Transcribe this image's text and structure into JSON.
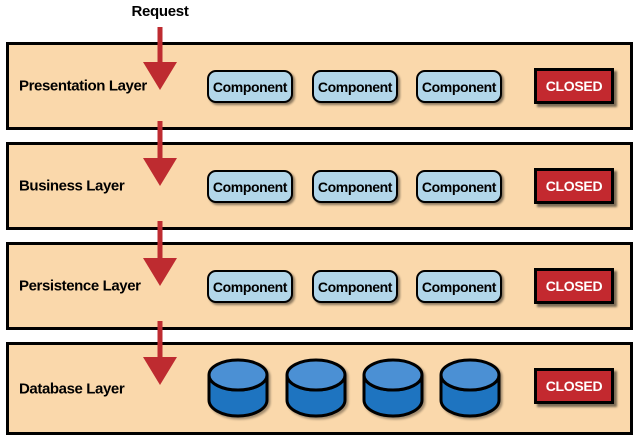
{
  "request_label": "Request",
  "layers": [
    {
      "label": "Presentation Layer",
      "components": [
        "Component",
        "Component",
        "Component"
      ],
      "closed_label": "CLOSED"
    },
    {
      "label": "Business Layer",
      "components": [
        "Component",
        "Component",
        "Component"
      ],
      "closed_label": "CLOSED"
    },
    {
      "label": "Persistence Layer",
      "components": [
        "Component",
        "Component",
        "Component"
      ],
      "closed_label": "CLOSED"
    },
    {
      "label": "Database Layer",
      "database_count": 4,
      "closed_label": "CLOSED"
    }
  ],
  "colors": {
    "canvas_bg": "#ffffff",
    "layer_bg": "#fad8ab",
    "layer_border": "#000000",
    "component_bg": "#b2d6e9",
    "component_border": "#000000",
    "closed_bg": "#c3292f",
    "closed_text": "#ffffff",
    "arrow": "#be2b30",
    "cylinder_top": "#4b90d4",
    "cylinder_body": "#1e74c0",
    "text": "#000000"
  }
}
